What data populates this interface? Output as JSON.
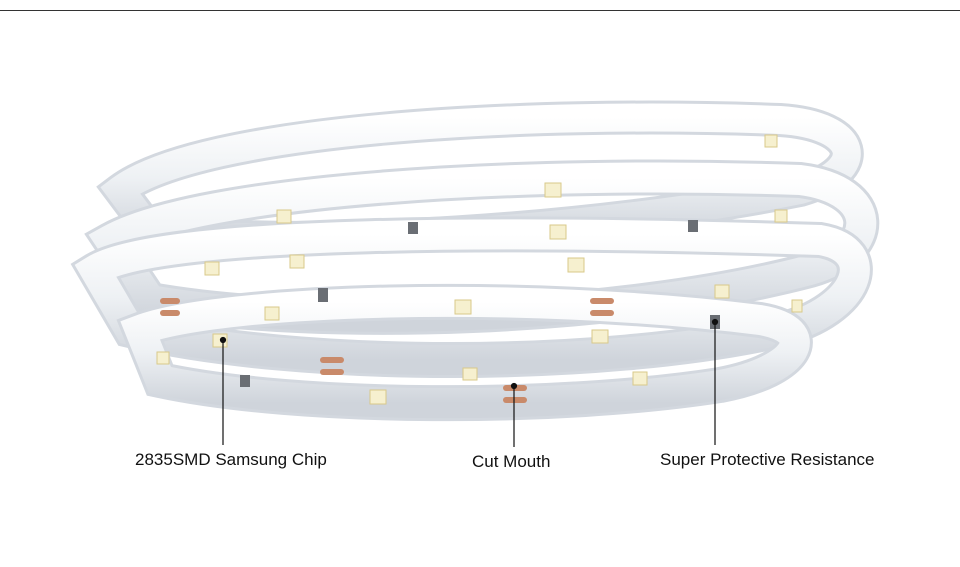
{
  "callouts": {
    "chip": "2835SMD Samsung Chip",
    "cut": "Cut Mouth",
    "resistance": "Super Protective Resistance"
  },
  "colors": {
    "strip_body": "#eef1f4",
    "strip_shadow": "#c9ced6",
    "led": "#f6f0cf",
    "copper_pad": "#c98a6a",
    "leader_line": "#111111"
  }
}
